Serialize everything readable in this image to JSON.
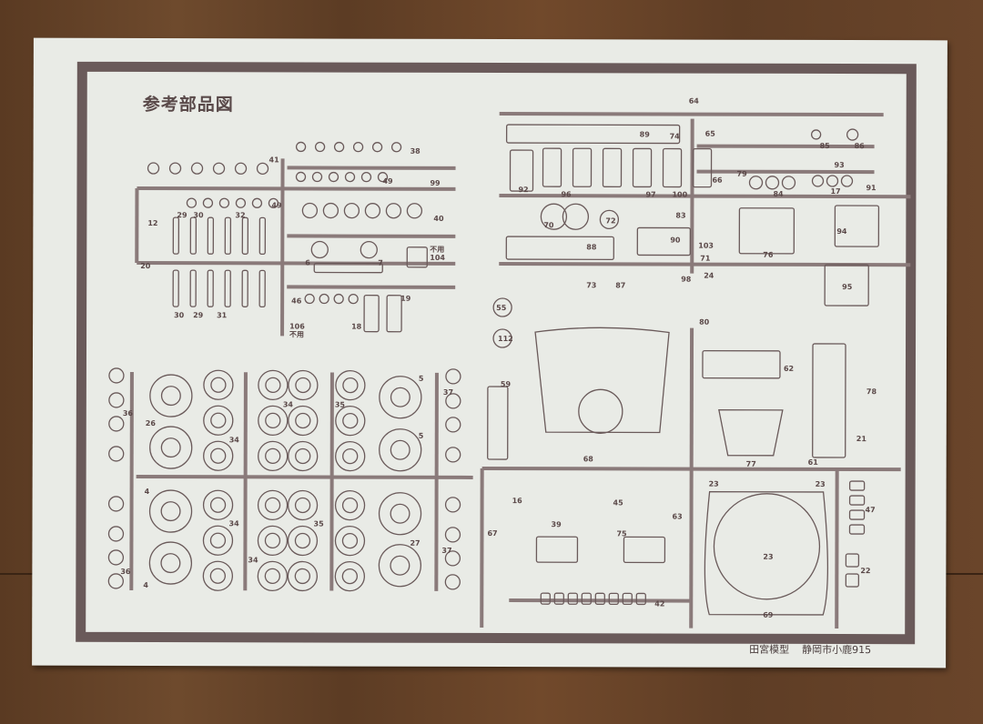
{
  "title": "参考部品図",
  "footer": {
    "maker": "田宮模型",
    "address": "静岡市小鹿915"
  },
  "diagram": {
    "labels": [
      "38",
      "41",
      "49",
      "99",
      "12",
      "29",
      "30",
      "32",
      "49",
      "40",
      "20",
      "6",
      "7",
      "不用\n104",
      "30",
      "29",
      "31",
      "46",
      "19",
      "18",
      "106\n不用",
      "55",
      "112",
      "64",
      "89",
      "74",
      "65",
      "85",
      "86",
      "93",
      "79",
      "66",
      "84",
      "17",
      "91",
      "92",
      "96",
      "97",
      "100",
      "70",
      "72",
      "83",
      "90",
      "88",
      "103",
      "71",
      "76",
      "94",
      "73",
      "87",
      "98",
      "24",
      "95",
      "80",
      "62",
      "78",
      "21",
      "59",
      "68",
      "77",
      "61",
      "23",
      "23",
      "47",
      "16",
      "45",
      "63",
      "67",
      "39",
      "75",
      "22",
      "23",
      "42",
      "69",
      "36",
      "26",
      "34",
      "35",
      "5",
      "34",
      "5",
      "37",
      "4",
      "34",
      "35",
      "27",
      "37",
      "36",
      "4",
      "34"
    ]
  },
  "colors": {
    "ink": "#6a5a5a",
    "paper": "#e9ebe6",
    "wood": "#5e3d25"
  }
}
